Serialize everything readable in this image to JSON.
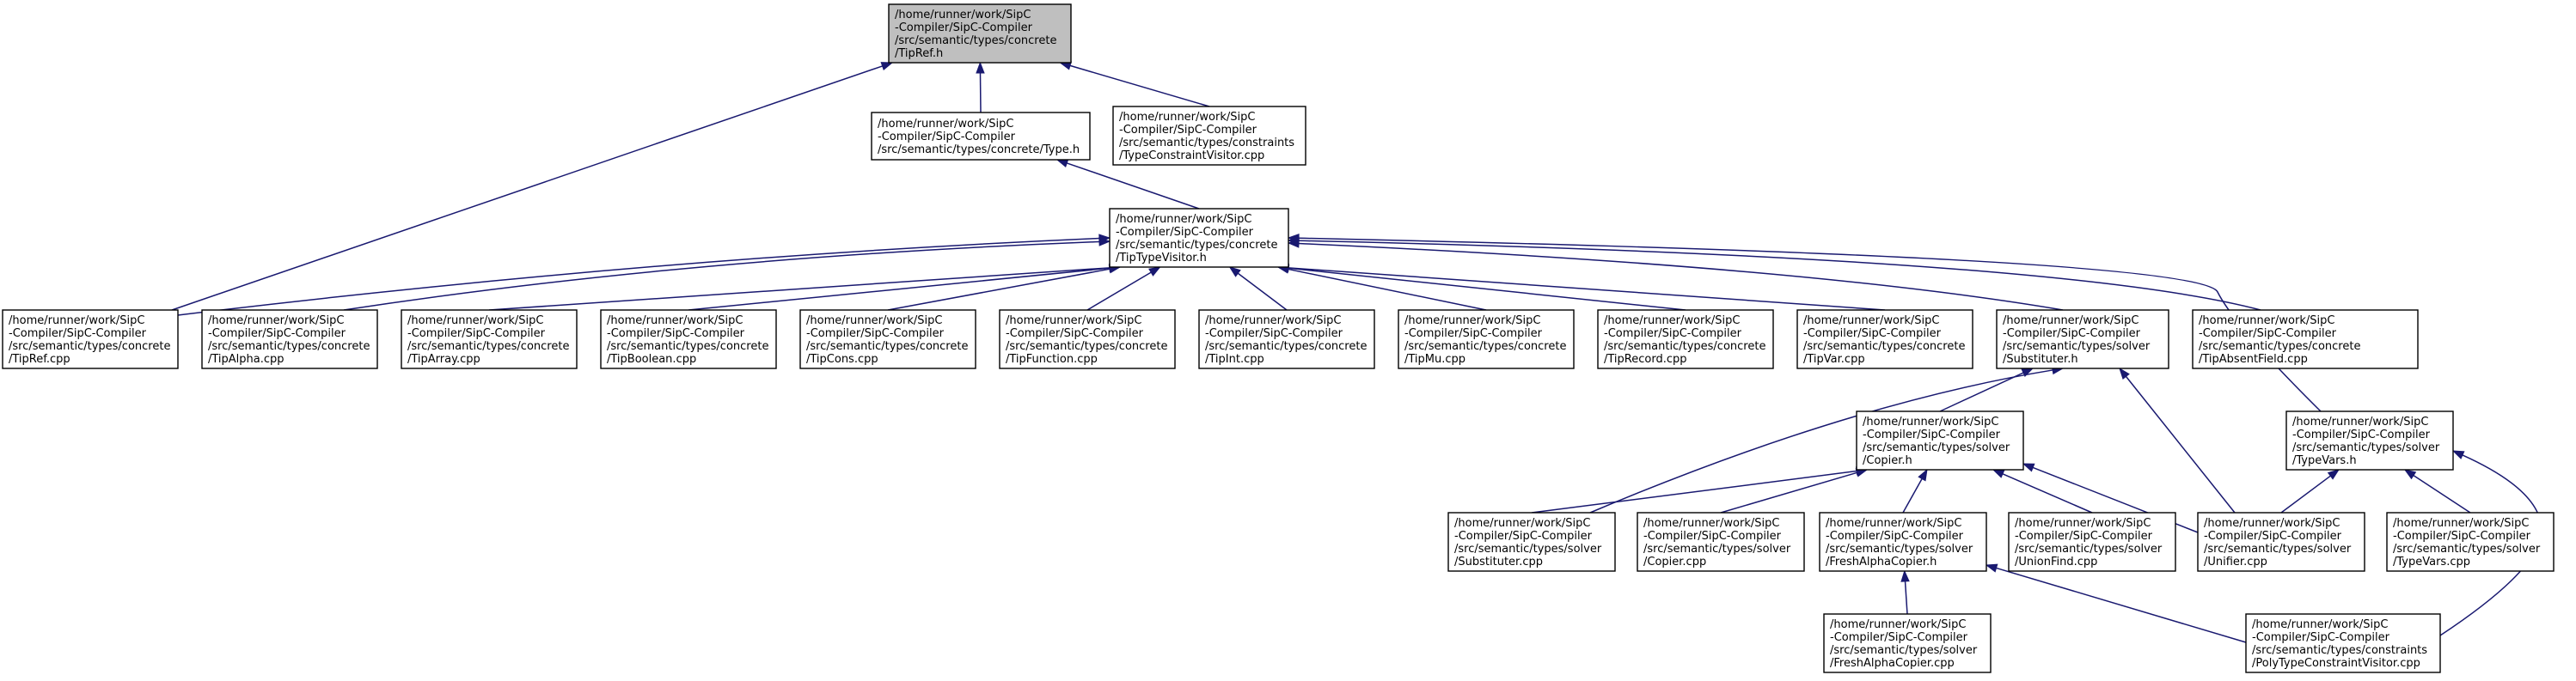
{
  "graph": {
    "nodes": [
      {
        "id": "tipref_h",
        "lines": [
          "/home/runner/work/SipC",
          "-Compiler/SipC-Compiler",
          "/src/semantic/types/concrete",
          "/TipRef.h"
        ],
        "highlight": true
      },
      {
        "id": "type_h",
        "lines": [
          "/home/runner/work/SipC",
          "-Compiler/SipC-Compiler",
          "/src/semantic/types/concrete/Type.h"
        ]
      },
      {
        "id": "typeconstraintvisitor_cpp",
        "lines": [
          "/home/runner/work/SipC",
          "-Compiler/SipC-Compiler",
          "/src/semantic/types/constraints",
          "/TypeConstraintVisitor.cpp"
        ]
      },
      {
        "id": "tiptypevisitor_h",
        "lines": [
          "/home/runner/work/SipC",
          "-Compiler/SipC-Compiler",
          "/src/semantic/types/concrete",
          "/TipTypeVisitor.h"
        ]
      },
      {
        "id": "tipref_cpp",
        "lines": [
          "/home/runner/work/SipC",
          "-Compiler/SipC-Compiler",
          "/src/semantic/types/concrete",
          "/TipRef.cpp"
        ]
      },
      {
        "id": "tipalpha_cpp",
        "lines": [
          "/home/runner/work/SipC",
          "-Compiler/SipC-Compiler",
          "/src/semantic/types/concrete",
          "/TipAlpha.cpp"
        ]
      },
      {
        "id": "tiparray_cpp",
        "lines": [
          "/home/runner/work/SipC",
          "-Compiler/SipC-Compiler",
          "/src/semantic/types/concrete",
          "/TipArray.cpp"
        ]
      },
      {
        "id": "tipboolean_cpp",
        "lines": [
          "/home/runner/work/SipC",
          "-Compiler/SipC-Compiler",
          "/src/semantic/types/concrete",
          "/TipBoolean.cpp"
        ]
      },
      {
        "id": "tipcons_cpp",
        "lines": [
          "/home/runner/work/SipC",
          "-Compiler/SipC-Compiler",
          "/src/semantic/types/concrete",
          "/TipCons.cpp"
        ]
      },
      {
        "id": "tipfunction_cpp",
        "lines": [
          "/home/runner/work/SipC",
          "-Compiler/SipC-Compiler",
          "/src/semantic/types/concrete",
          "/TipFunction.cpp"
        ]
      },
      {
        "id": "tipint_cpp",
        "lines": [
          "/home/runner/work/SipC",
          "-Compiler/SipC-Compiler",
          "/src/semantic/types/concrete",
          "/TipInt.cpp"
        ]
      },
      {
        "id": "tipmu_cpp",
        "lines": [
          "/home/runner/work/SipC",
          "-Compiler/SipC-Compiler",
          "/src/semantic/types/concrete",
          "/TipMu.cpp"
        ]
      },
      {
        "id": "tiprecord_cpp",
        "lines": [
          "/home/runner/work/SipC",
          "-Compiler/SipC-Compiler",
          "/src/semantic/types/concrete",
          "/TipRecord.cpp"
        ]
      },
      {
        "id": "tipvar_cpp",
        "lines": [
          "/home/runner/work/SipC",
          "-Compiler/SipC-Compiler",
          "/src/semantic/types/concrete",
          "/TipVar.cpp"
        ]
      },
      {
        "id": "substituter_h",
        "lines": [
          "/home/runner/work/SipC",
          "-Compiler/SipC-Compiler",
          "/src/semantic/types/solver",
          "/Substituter.h"
        ]
      },
      {
        "id": "tipabsentfield_cpp",
        "lines": [
          "/home/runner/work/SipC",
          "-Compiler/SipC-Compiler",
          "/src/semantic/types/concrete",
          "/TipAbsentField.cpp"
        ]
      },
      {
        "id": "copier_h",
        "lines": [
          "/home/runner/work/SipC",
          "-Compiler/SipC-Compiler",
          "/src/semantic/types/solver",
          "/Copier.h"
        ]
      },
      {
        "id": "typevars_h",
        "lines": [
          "/home/runner/work/SipC",
          "-Compiler/SipC-Compiler",
          "/src/semantic/types/solver",
          "/TypeVars.h"
        ]
      },
      {
        "id": "substituter_cpp",
        "lines": [
          "/home/runner/work/SipC",
          "-Compiler/SipC-Compiler",
          "/src/semantic/types/solver",
          "/Substituter.cpp"
        ]
      },
      {
        "id": "copier_cpp",
        "lines": [
          "/home/runner/work/SipC",
          "-Compiler/SipC-Compiler",
          "/src/semantic/types/solver",
          "/Copier.cpp"
        ]
      },
      {
        "id": "freshalphacopier_h",
        "lines": [
          "/home/runner/work/SipC",
          "-Compiler/SipC-Compiler",
          "/src/semantic/types/solver",
          "/FreshAlphaCopier.h"
        ]
      },
      {
        "id": "unionfind_cpp",
        "lines": [
          "/home/runner/work/SipC",
          "-Compiler/SipC-Compiler",
          "/src/semantic/types/solver",
          "/UnionFind.cpp"
        ]
      },
      {
        "id": "unifier_cpp",
        "lines": [
          "/home/runner/work/SipC",
          "-Compiler/SipC-Compiler",
          "/src/semantic/types/solver",
          "/Unifier.cpp"
        ]
      },
      {
        "id": "typevars_cpp",
        "lines": [
          "/home/runner/work/SipC",
          "-Compiler/SipC-Compiler",
          "/src/semantic/types/solver",
          "/TypeVars.cpp"
        ]
      },
      {
        "id": "freshalphacopier_cpp",
        "lines": [
          "/home/runner/work/SipC",
          "-Compiler/SipC-Compiler",
          "/src/semantic/types/solver",
          "/FreshAlphaCopier.cpp"
        ]
      },
      {
        "id": "polytypeconstraintvisitor_cpp",
        "lines": [
          "/home/runner/work/SipC",
          "-Compiler/SipC-Compiler",
          "/src/semantic/types/constraints",
          "/PolyTypeConstraintVisitor.cpp"
        ]
      }
    ],
    "edges": [
      {
        "from": "type_h",
        "to": "tipref_h"
      },
      {
        "from": "typeconstraintvisitor_cpp",
        "to": "tipref_h"
      },
      {
        "from": "tipref_cpp",
        "to": "tipref_h"
      },
      {
        "from": "tiptypevisitor_h",
        "to": "type_h"
      },
      {
        "from": "tipref_cpp",
        "to": "tiptypevisitor_h"
      },
      {
        "from": "tipalpha_cpp",
        "to": "tiptypevisitor_h"
      },
      {
        "from": "tiparray_cpp",
        "to": "tiptypevisitor_h"
      },
      {
        "from": "tipboolean_cpp",
        "to": "tiptypevisitor_h"
      },
      {
        "from": "tipcons_cpp",
        "to": "tiptypevisitor_h"
      },
      {
        "from": "tipfunction_cpp",
        "to": "tiptypevisitor_h"
      },
      {
        "from": "tipint_cpp",
        "to": "tiptypevisitor_h"
      },
      {
        "from": "tipmu_cpp",
        "to": "tiptypevisitor_h"
      },
      {
        "from": "tiprecord_cpp",
        "to": "tiptypevisitor_h"
      },
      {
        "from": "tipvar_cpp",
        "to": "tiptypevisitor_h"
      },
      {
        "from": "substituter_h",
        "to": "tiptypevisitor_h"
      },
      {
        "from": "tipabsentfield_cpp",
        "to": "tiptypevisitor_h"
      },
      {
        "from": "typevars_h",
        "to": "tiptypevisitor_h"
      },
      {
        "from": "copier_h",
        "to": "substituter_h"
      },
      {
        "from": "substituter_cpp",
        "to": "substituter_h"
      },
      {
        "from": "unifier_cpp",
        "to": "substituter_h"
      },
      {
        "from": "substituter_cpp",
        "to": "copier_h"
      },
      {
        "from": "copier_cpp",
        "to": "copier_h"
      },
      {
        "from": "freshalphacopier_h",
        "to": "copier_h"
      },
      {
        "from": "unionfind_cpp",
        "to": "copier_h"
      },
      {
        "from": "unifier_cpp",
        "to": "copier_h"
      },
      {
        "from": "unifier_cpp",
        "to": "typevars_h"
      },
      {
        "from": "typevars_cpp",
        "to": "typevars_h"
      },
      {
        "from": "polytypeconstraintvisitor_cpp",
        "to": "typevars_h"
      },
      {
        "from": "freshalphacopier_cpp",
        "to": "freshalphacopier_h"
      },
      {
        "from": "polytypeconstraintvisitor_cpp",
        "to": "freshalphacopier_h"
      }
    ]
  }
}
